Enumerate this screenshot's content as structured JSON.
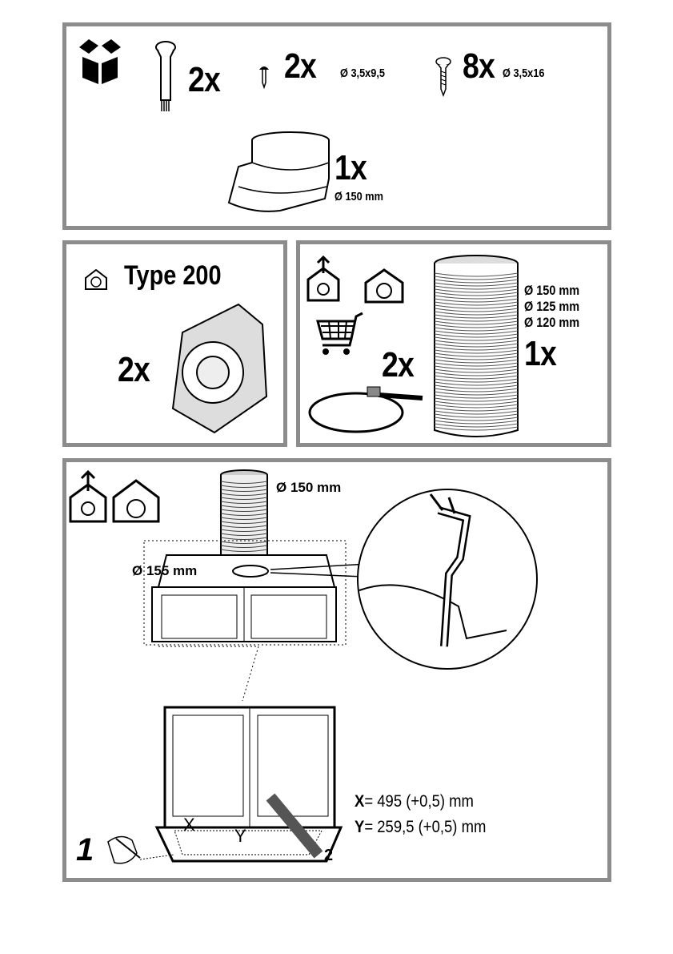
{
  "kit_panel": {
    "items": [
      {
        "icon": "anchor-screw-icon",
        "qty": "2x"
      },
      {
        "icon": "small-screw-icon",
        "qty": "2x",
        "spec": "Ø 3,5x9,5"
      },
      {
        "icon": "wood-screw-icon",
        "qty": "8x",
        "spec": "Ø 3,5x16"
      },
      {
        "icon": "duct-adapter-icon",
        "qty": "1x",
        "spec": "Ø 150 mm"
      }
    ]
  },
  "filter_panel": {
    "type_label": "Type 200",
    "qty": "2x"
  },
  "duct_panel": {
    "clamp_qty": "2x",
    "duct_qty": "1x",
    "diameters": [
      "Ø 150 mm",
      "Ø 125 mm",
      "Ø 120 mm"
    ]
  },
  "install_panel": {
    "duct_diameter": "Ø 150 mm",
    "cutout_diameter": "Ø 155 mm",
    "step_1": "1",
    "step_2": "2",
    "cut_mark_x": "X",
    "cut_mark_y": "Y",
    "x_label": "X",
    "x_value": "= 495 (+0,5) mm",
    "y_label": "Y",
    "y_value": "= 259,5 (+0,5) mm"
  }
}
